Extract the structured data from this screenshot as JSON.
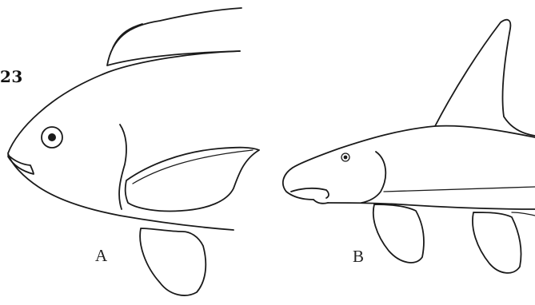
{
  "figure": {
    "number": "23",
    "panels": [
      {
        "label": "A"
      },
      {
        "label": "B"
      }
    ]
  }
}
